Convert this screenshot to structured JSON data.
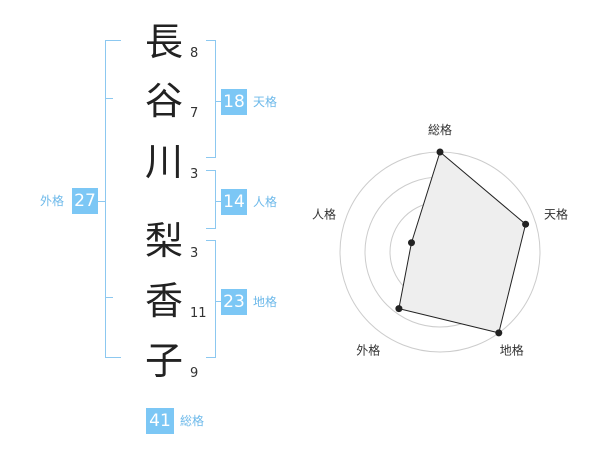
{
  "name": {
    "chars": [
      {
        "char": "長",
        "strokes": "8"
      },
      {
        "char": "谷",
        "strokes": "7"
      },
      {
        "char": "川",
        "strokes": "3"
      },
      {
        "char": "梨",
        "strokes": "3"
      },
      {
        "char": "香",
        "strokes": "11"
      },
      {
        "char": "子",
        "strokes": "9"
      }
    ],
    "trailing_stroke": "3"
  },
  "kaku": {
    "tenkaku": {
      "value": "18",
      "label": "天格"
    },
    "jinkaku": {
      "value": "14",
      "label": "人格"
    },
    "chikaku": {
      "value": "23",
      "label": "地格"
    },
    "gaikaku": {
      "value": "27",
      "label": "外格"
    },
    "soukaku": {
      "value": "41",
      "label": "総格"
    }
  },
  "chart_data": {
    "type": "radar",
    "axes": [
      "総格",
      "天格",
      "地格",
      "外格",
      "人格"
    ],
    "values": [
      5,
      4.5,
      5,
      3.5,
      1.5
    ],
    "max": 5,
    "rings": 4
  },
  "colors": {
    "accent": "#7cc7f5",
    "bracket": "#8cc8f0"
  }
}
